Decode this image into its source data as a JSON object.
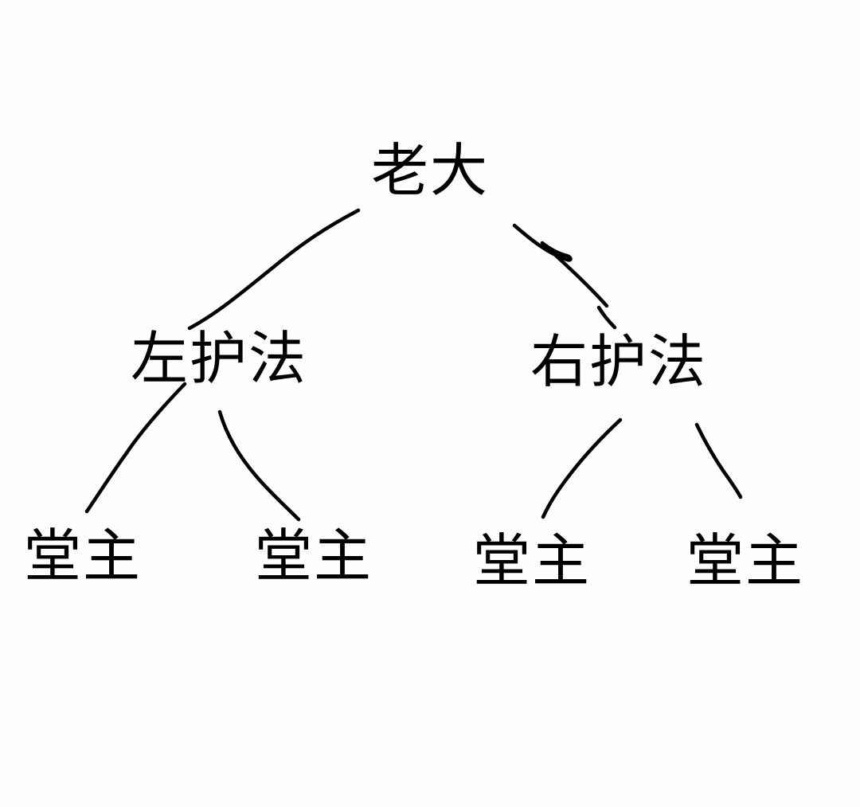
{
  "diagram": {
    "type": "tree",
    "colors": {
      "background": "#fffdfd",
      "ink": "#000000"
    },
    "nodes": {
      "root": "老大",
      "left": "左护法",
      "right": "右护法",
      "left_left": "堂主",
      "left_right": "堂主",
      "right_left": "堂主",
      "right_right": "堂主"
    },
    "edges": [
      {
        "from": "root",
        "to": "left"
      },
      {
        "from": "root",
        "to": "right"
      },
      {
        "from": "left",
        "to": "left_left"
      },
      {
        "from": "left",
        "to": "left_right"
      },
      {
        "from": "right",
        "to": "right_left"
      },
      {
        "from": "right",
        "to": "right_right"
      }
    ]
  }
}
